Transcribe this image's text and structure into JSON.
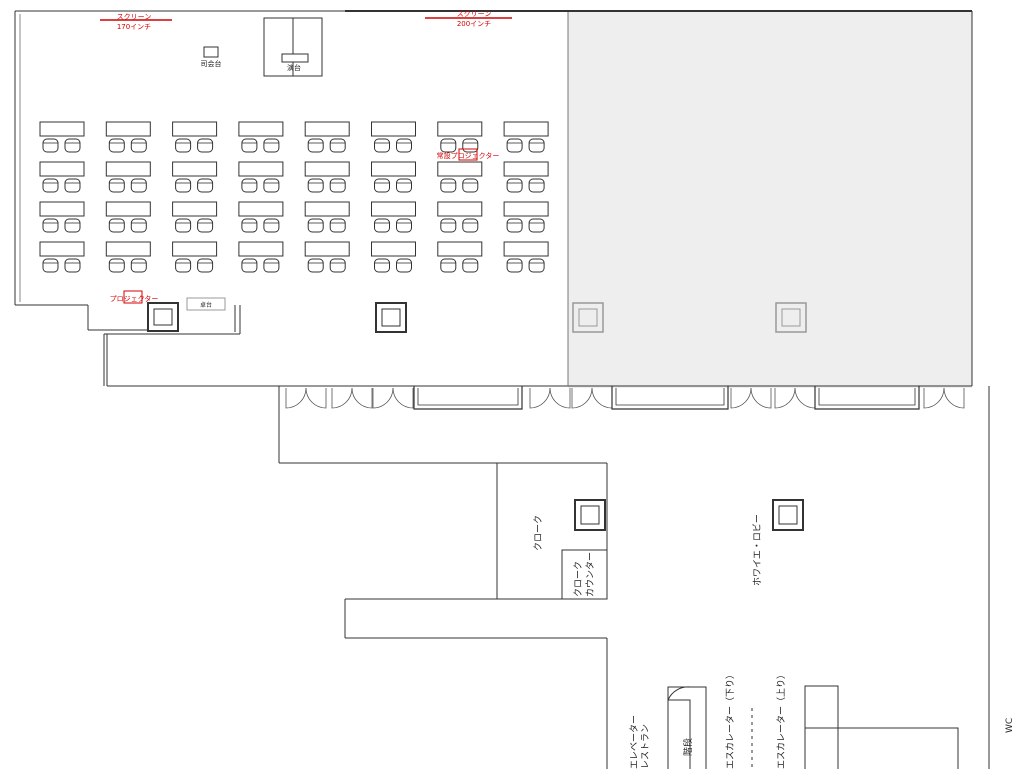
{
  "labels": {
    "screen_left": "スクリーン",
    "screen_left_size": "170インチ",
    "screen_right": "スクリーン",
    "screen_right_size": "200インチ",
    "mc_stand": "司会台",
    "podium": "演台",
    "projector": "プロジェクター",
    "projector_fixed": "常設プロジェクター",
    "control_box": "卓台",
    "cloakroom": "クローク",
    "cloak_counter_1": "クローク",
    "cloak_counter_2": "カウンター",
    "foyer": "ホワイエ・ロビー",
    "elevator": "エレベーター",
    "restaurant": "レストラン",
    "stairs": "階段",
    "escalator_down": "エスカレーター（下り）",
    "escalator_up": "エスカレーター（上り）",
    "wc": "WC"
  },
  "seating": {
    "rows": 4,
    "columns": 8,
    "chairs_per_table": 2
  }
}
